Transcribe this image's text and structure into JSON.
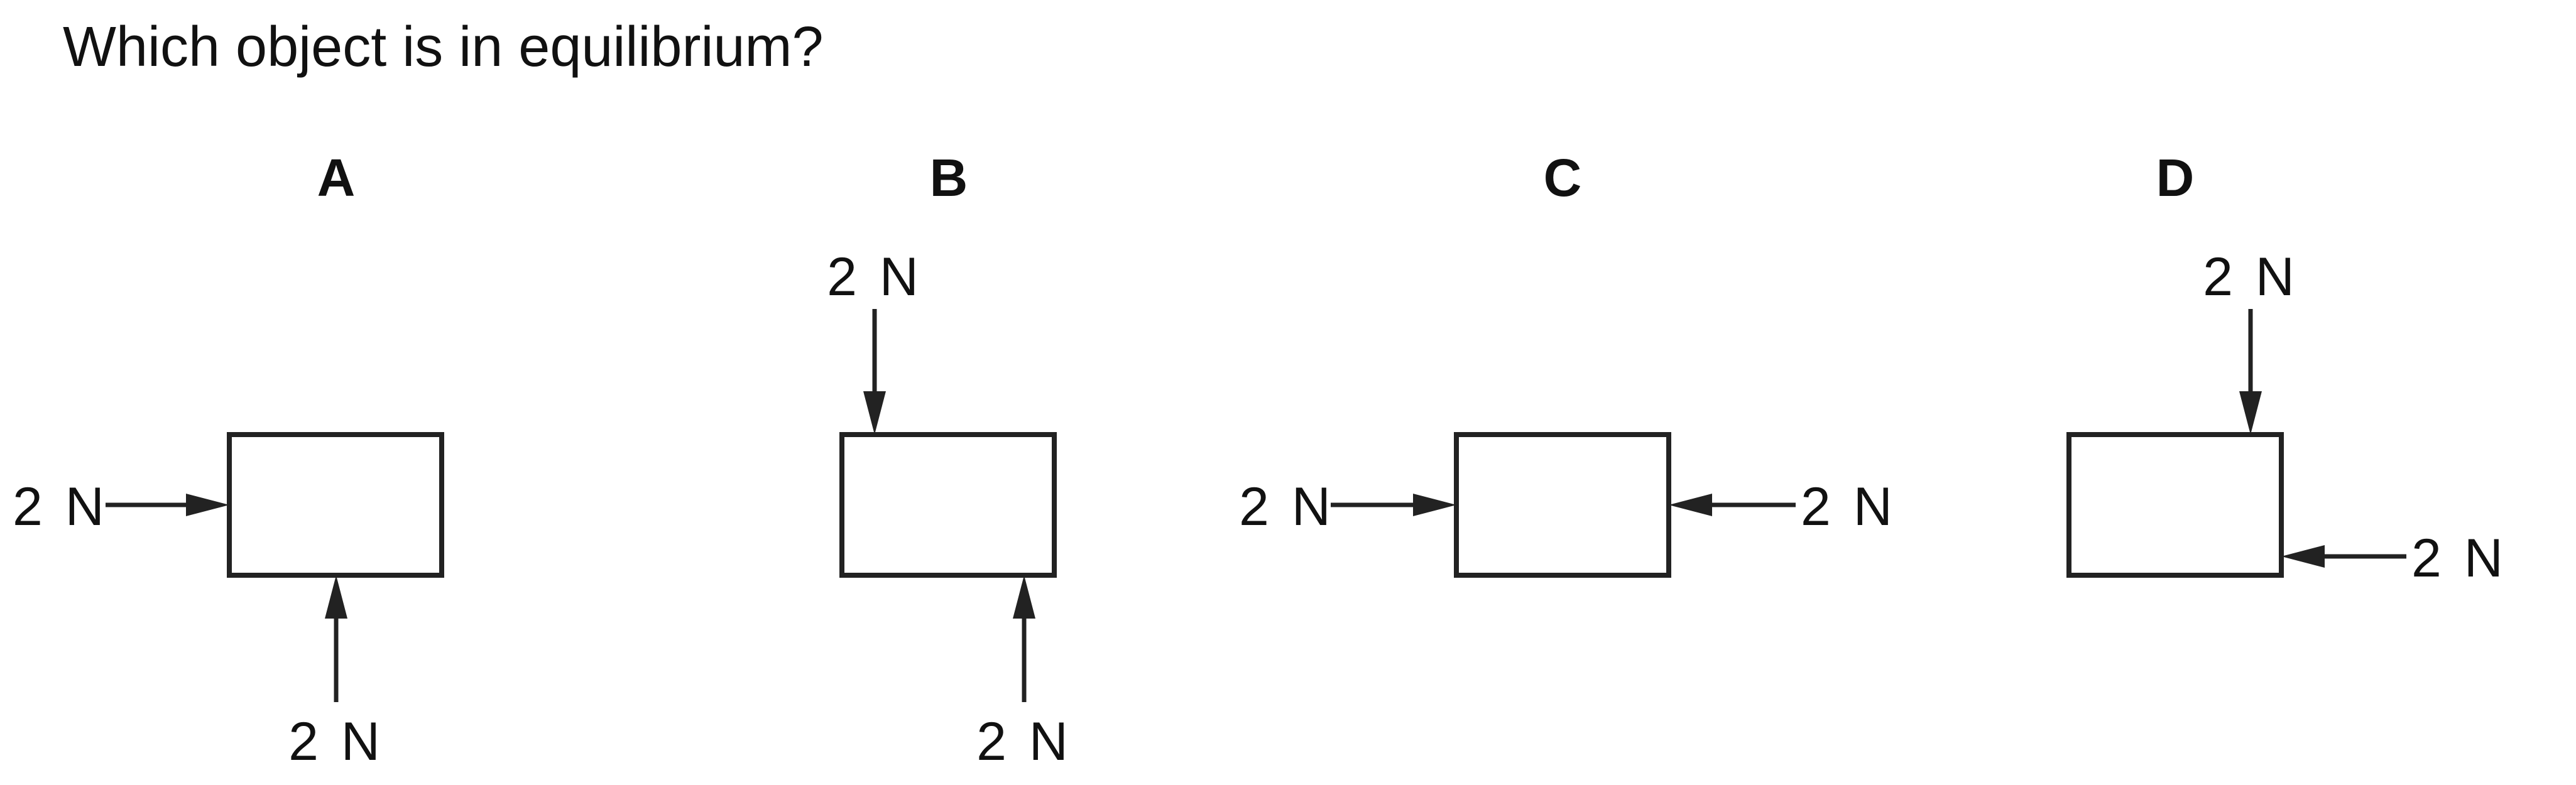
{
  "question": "Which object is in equilibrium?",
  "options": [
    {
      "label": "A",
      "forces": [
        {
          "label": "2 N",
          "side": "left",
          "direction": "right"
        },
        {
          "label": "2 N",
          "side": "bottom",
          "direction": "up"
        }
      ]
    },
    {
      "label": "B",
      "forces": [
        {
          "label": "2 N",
          "side": "top",
          "direction": "down"
        },
        {
          "label": "2 N",
          "side": "bottom",
          "direction": "up"
        }
      ]
    },
    {
      "label": "C",
      "forces": [
        {
          "label": "2 N",
          "side": "left",
          "direction": "right"
        },
        {
          "label": "2 N",
          "side": "right",
          "direction": "left"
        }
      ]
    },
    {
      "label": "D",
      "forces": [
        {
          "label": "2 N",
          "side": "top",
          "direction": "down"
        },
        {
          "label": "2 N",
          "side": "right",
          "direction": "left"
        }
      ]
    }
  ]
}
